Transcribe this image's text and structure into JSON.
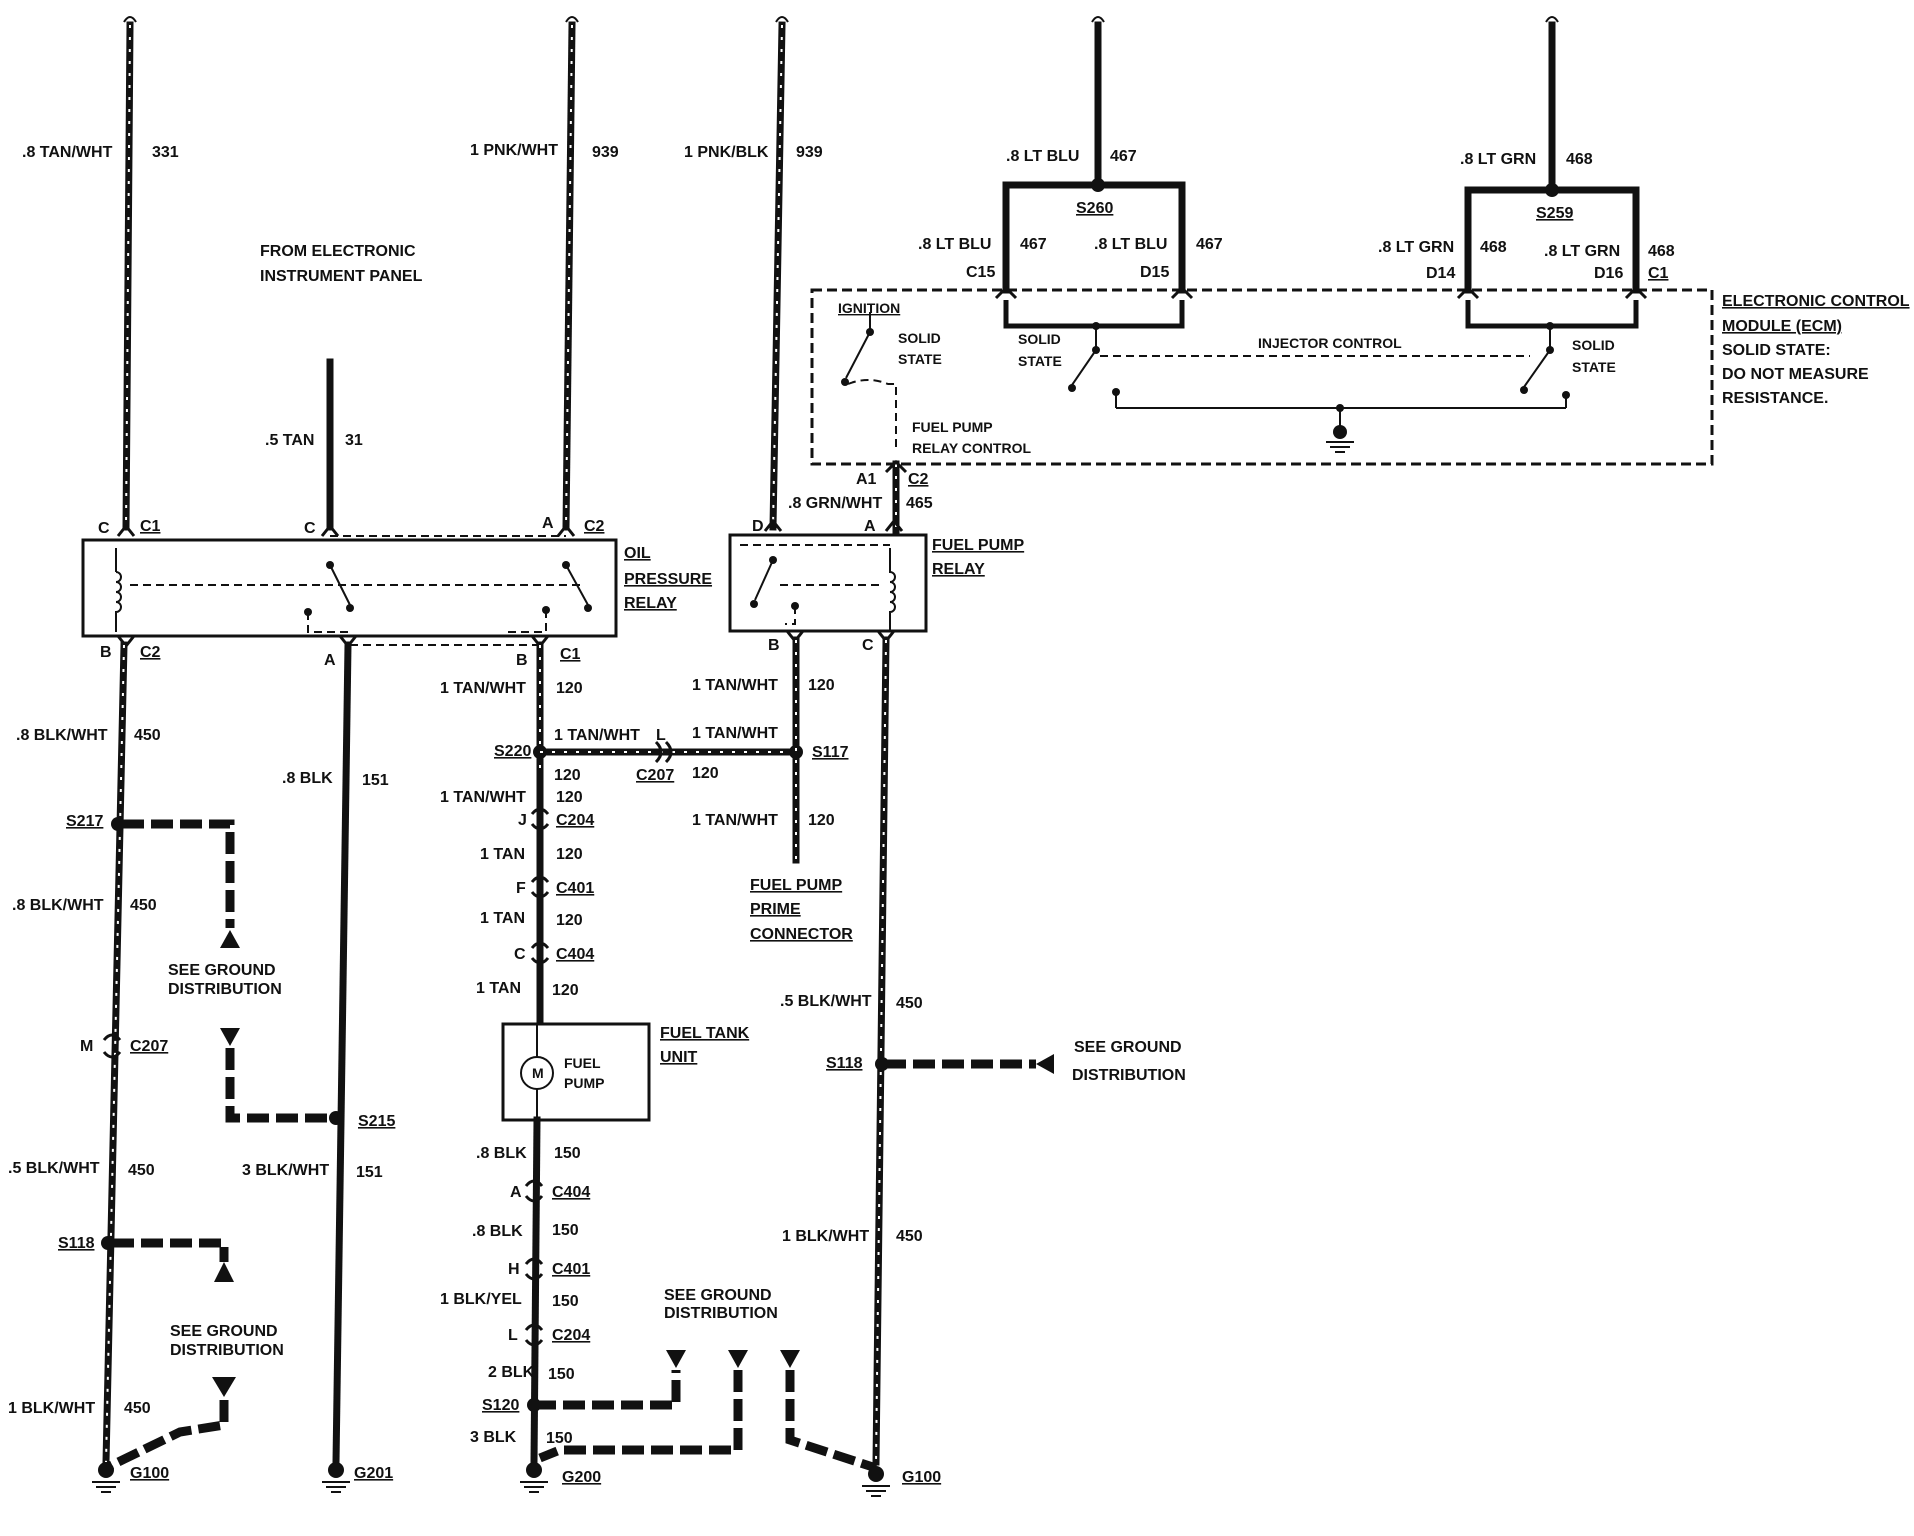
{
  "labels": {
    "from_eip_1": "FROM ELECTRONIC",
    "from_eip_2": "INSTRUMENT PANEL",
    "w331_gauge": ".8 TAN/WHT",
    "w331_num": "331",
    "w939a_gauge": "1 PNK/WHT",
    "w939a_num": "939",
    "w939b_gauge": "1 PNK/BLK",
    "w939b_num": "939",
    "w31_gauge": ".5 TAN",
    "w31_num": "31",
    "w467_top_gauge": ".8 LT BLU",
    "w467_top_num": "467",
    "w467_l_gauge": ".8 LT BLU",
    "w467_l_num": "467",
    "w467_r_gauge": ".8 LT BLU",
    "w467_r_num": "467",
    "w468_top_gauge": ".8 LT GRN",
    "w468_top_num": "468",
    "w468_l_gauge": ".8 LT GRN",
    "w468_l_num": "468",
    "w468_r_gauge": ".8 LT GRN",
    "w468_r_num": "468",
    "s260": "S260",
    "s259": "S259",
    "c15": "C15",
    "d15": "D15",
    "d14": "D14",
    "d16": "D16",
    "c1_ecm": "C1",
    "ignition": "IGNITION",
    "solid_state_1a": "SOLID",
    "solid_state_1b": "STATE",
    "solid_state_2a": "SOLID",
    "solid_state_2b": "STATE",
    "solid_state_3a": "SOLID",
    "solid_state_3b": "STATE",
    "injector_control": "INJECTOR CONTROL",
    "fp_relay_ctrl_1": "FUEL PUMP",
    "fp_relay_ctrl_2": "RELAY CONTROL",
    "ecm_1": "ELECTRONIC CONTROL",
    "ecm_2": "MODULE (ECM)",
    "ecm_3": "SOLID STATE:",
    "ecm_4": "DO NOT MEASURE",
    "ecm_5": "RESISTANCE.",
    "a1": "A1",
    "c2_ecm": "C2",
    "w465_gauge": ".8 GRN/WHT",
    "w465_num": "465",
    "opr_c": "C",
    "opr_c1": "C1",
    "opr_c_mid": "C",
    "opr_a": "A",
    "opr_c2_top": "C2",
    "opr_1": "OIL",
    "opr_2": "PRESSURE",
    "opr_3": "RELAY",
    "opr_b": "B",
    "opr_c2_bot": "C2",
    "opr_a_bot": "A",
    "opr_b_right": "B",
    "opr_c1_bot": "C1",
    "fpr_d": "D",
    "fpr_a": "A",
    "fpr_1": "FUEL PUMP",
    "fpr_2": "RELAY",
    "fpr_b": "B",
    "fpr_c": "C",
    "w450_1_gauge": ".8 BLK/WHT",
    "w450_1_num": "450",
    "s217": "S217",
    "w450_2_gauge": ".8 BLK/WHT",
    "w450_2_num": "450",
    "gd1_1": "SEE GROUND",
    "gd1_2": "DISTRIBUTION",
    "c207_m": "M",
    "c207_l": "C207",
    "w450_3_gauge": ".5 BLK/WHT",
    "w450_3_num": "450",
    "s118_l": "S118",
    "gd2_1": "SEE GROUND",
    "gd2_2": "DISTRIBUTION",
    "w450_4_gauge": "1 BLK/WHT",
    "w450_4_num": "450",
    "g100_l": "G100",
    "w151_1_gauge": ".8 BLK",
    "w151_1_num": "151",
    "s215": "S215",
    "w151_2_gauge": "3 BLK/WHT",
    "w151_2_num": "151",
    "g201": "G201",
    "w120_1_gauge": "1 TAN/WHT",
    "w120_1_num": "120",
    "s220": "S220",
    "w120_h_gauge": "1 TAN/WHT",
    "c207_mid_l": "L",
    "c207_mid": "C207",
    "w120_h_num1": "120",
    "w120_h_num2": "120",
    "w120_fpr_gauge": "1 TAN/WHT",
    "w120_fpr_num": "120",
    "w120_s117_gauge": "1 TAN/WHT",
    "s117": "S117",
    "w120_prime_gauge": "1 TAN/WHT",
    "w120_prime_num": "120",
    "prime_1": "FUEL PUMP",
    "prime_2": "PRIME",
    "prime_3": "CONNECTOR",
    "w120_2_gauge": "1 TAN/WHT",
    "w120_2_num": "120",
    "c204_j": "J",
    "c204_a": "C204",
    "w120_3_gauge": "1 TAN",
    "w120_3_num": "120",
    "c401_f": "F",
    "c401_a": "C401",
    "w120_4_gauge": "1 TAN",
    "w120_4_num": "120",
    "c404_c": "C",
    "c404_a": "C404",
    "w120_5_gauge": "1 TAN",
    "w120_5_num": "120",
    "ftu_1": "FUEL TANK",
    "ftu_2": "UNIT",
    "motor_m": "M",
    "fuel_1": "FUEL",
    "fuel_2": "PUMP",
    "w150_1_gauge": ".8 BLK",
    "w150_1_num": "150",
    "c404_b_pin": "A",
    "c404_b": "C404",
    "w150_2_gauge": ".8 BLK",
    "w150_2_num": "150",
    "c401_b_pin": "H",
    "c401_b": "C401",
    "w150_3_gauge": "1 BLK/YEL",
    "w150_3_num": "150",
    "c204_b_pin": "L",
    "c204_b": "C204",
    "w150_4_gauge": "2 BLK",
    "w150_4_num": "150",
    "s120": "S120",
    "w150_5_gauge": "3 BLK",
    "w150_5_num": "150",
    "g200": "G200",
    "gd3_1": "SEE GROUND",
    "gd3_2": "DISTRIBUTION",
    "w450_r1_gauge": ".5 BLK/WHT",
    "w450_r1_num": "450",
    "s118_r": "S118",
    "gd4_1": "SEE GROUND",
    "gd4_2": "DISTRIBUTION",
    "w450_r2_gauge": "1 BLK/WHT",
    "w450_r2_num": "450",
    "g100_r": "G100"
  }
}
